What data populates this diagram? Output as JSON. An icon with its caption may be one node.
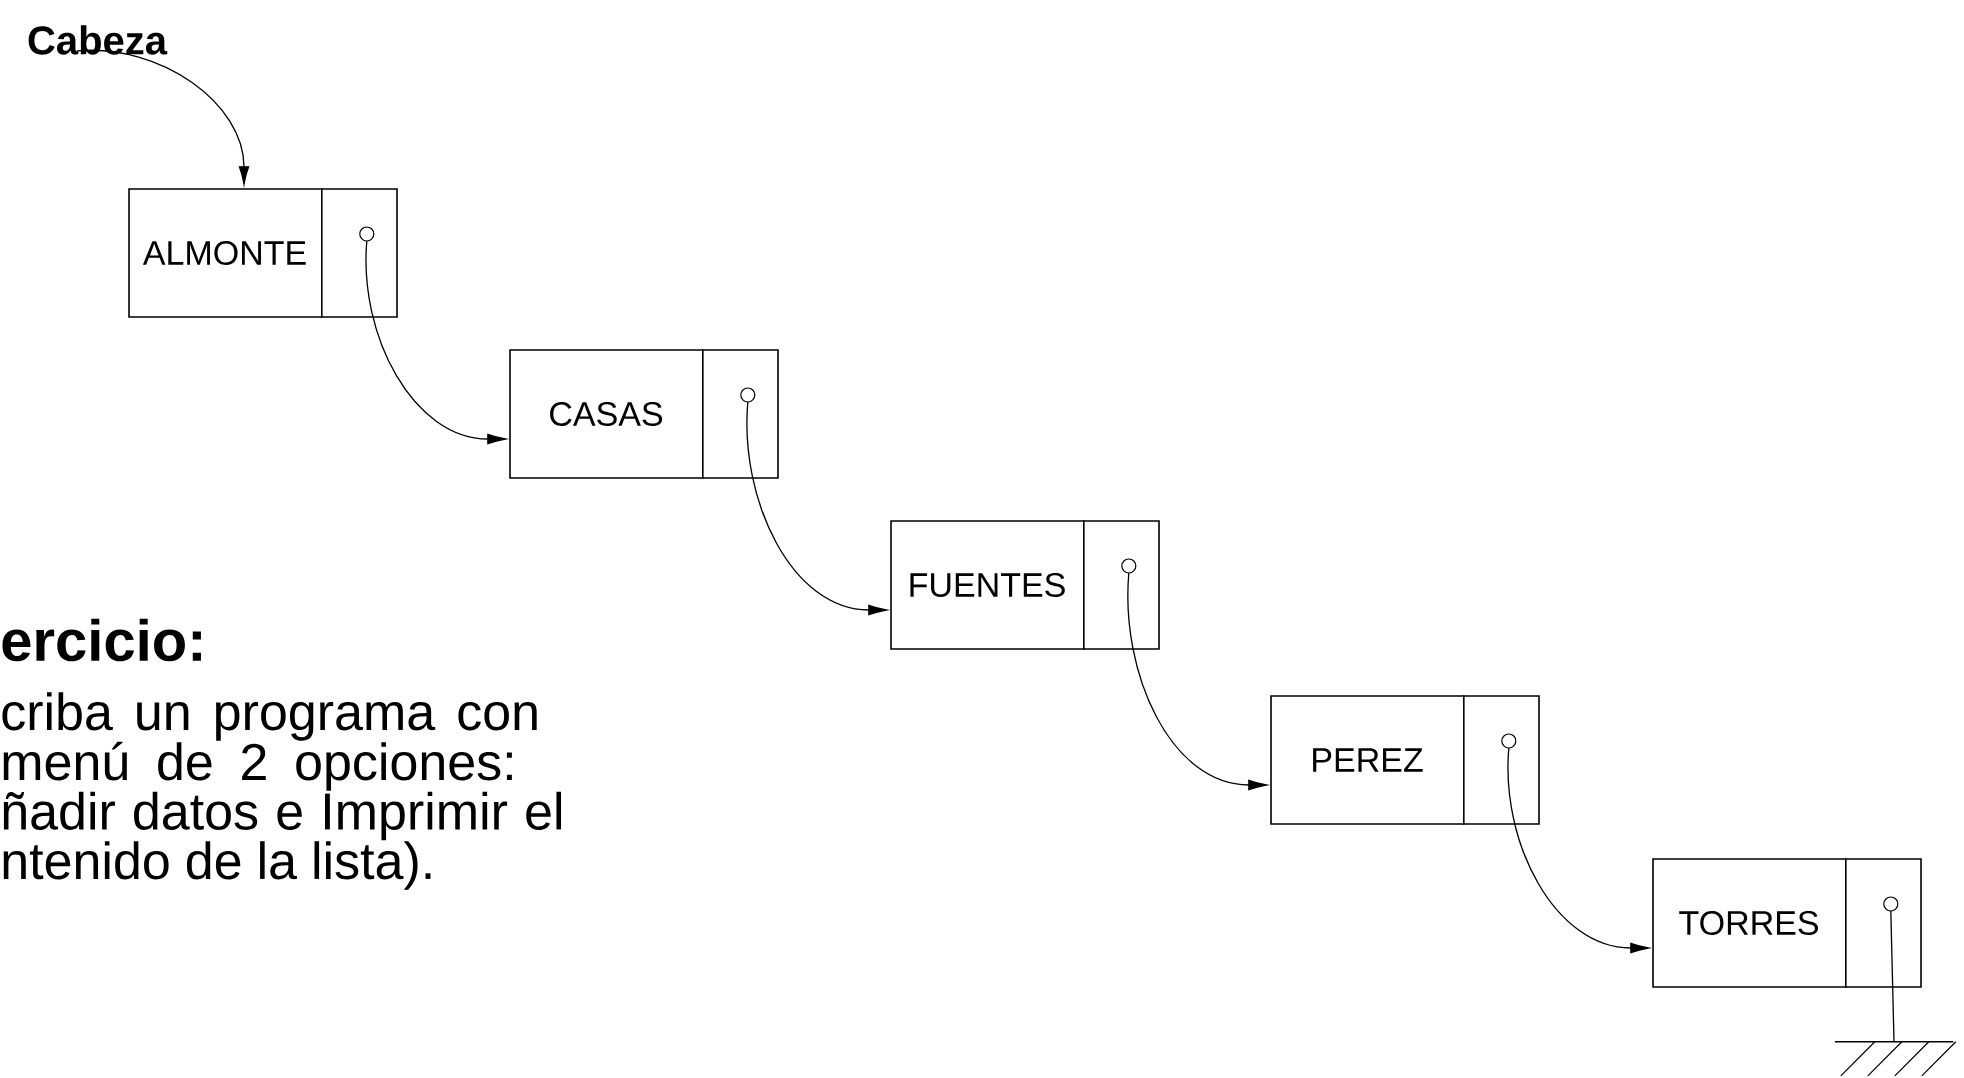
{
  "diagram": {
    "nodes": [
      {
        "text": [
          "Cabeza"
        ]
      },
      {
        "text": [
          "ALMONTE"
        ]
      },
      {
        "text": [
          "CASAS"
        ]
      },
      {
        "text": [
          "FUENTES"
        ]
      },
      {
        "text": [
          "PEREZ"
        ]
      },
      {
        "text": [
          "TORRES"
        ]
      },
      {
        "text": [],
        "shape": "ground"
      }
    ],
    "edges": [
      {
        "from": 0,
        "to": 1,
        "arrow": "to"
      },
      {
        "from": 1,
        "to": 2,
        "arrow": "to"
      },
      {
        "from": 2,
        "to": 3,
        "arrow": "to"
      },
      {
        "from": 3,
        "to": 4,
        "arrow": "to"
      },
      {
        "from": 4,
        "to": 5,
        "arrow": "to"
      },
      {
        "from": 5,
        "to": 6,
        "arrow": "none"
      }
    ],
    "labels": [
      "ercicio:",
      "criba un programa con menú de 2 opciones: ñadir datos e Imprimir el ntenido de la lista)."
    ]
  }
}
